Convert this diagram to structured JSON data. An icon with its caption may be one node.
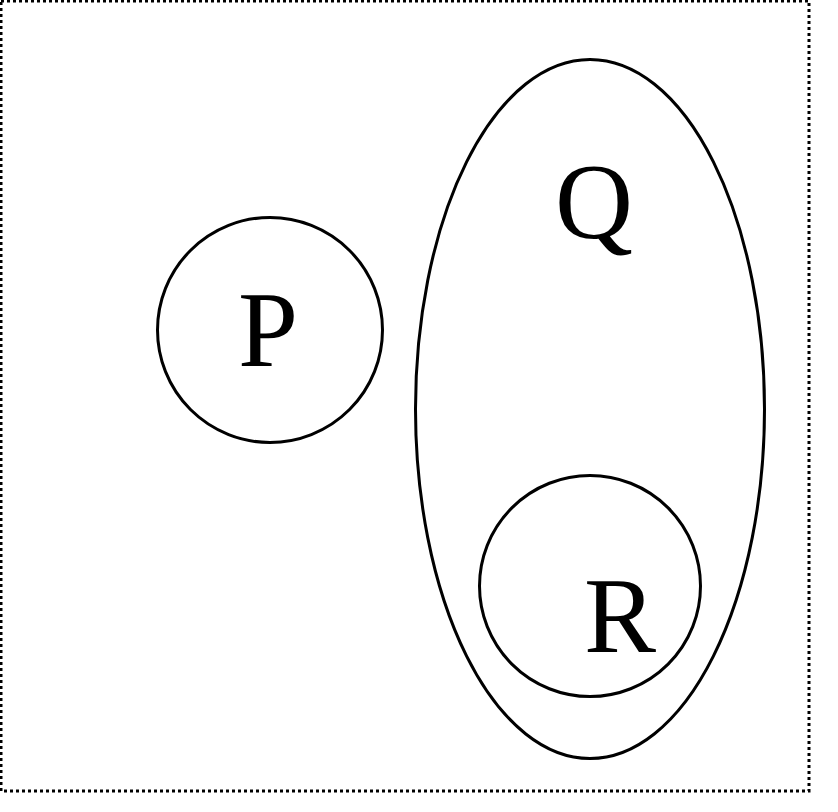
{
  "diagram": {
    "nodes": [
      {
        "text": [],
        "shape": "box"
      },
      {
        "text": [
          "P"
        ],
        "in": 0
      },
      {
        "text": [
          "Q"
        ],
        "in": 0
      },
      {
        "text": [
          "R"
        ],
        "in": 2
      }
    ]
  }
}
